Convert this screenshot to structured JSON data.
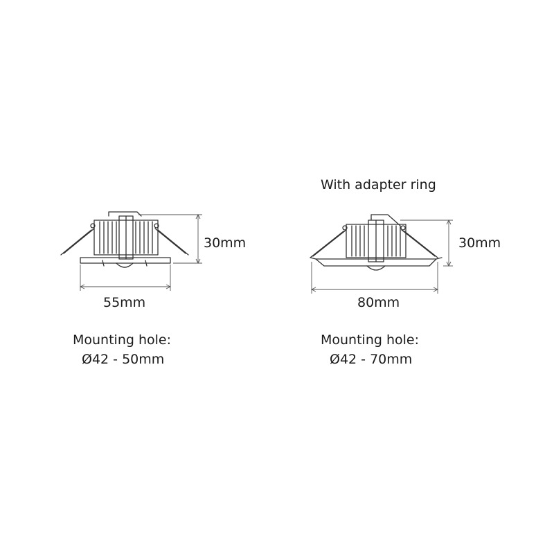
{
  "left": {
    "height_label": "30mm",
    "width_label": "55mm",
    "mounting_title": "Mounting hole:",
    "mounting_range": "Ø42 - 50mm"
  },
  "right": {
    "caption": "With adapter ring",
    "height_label": "30mm",
    "width_label": "80mm",
    "mounting_title": "Mounting hole:",
    "mounting_range": "Ø42 - 70mm"
  }
}
